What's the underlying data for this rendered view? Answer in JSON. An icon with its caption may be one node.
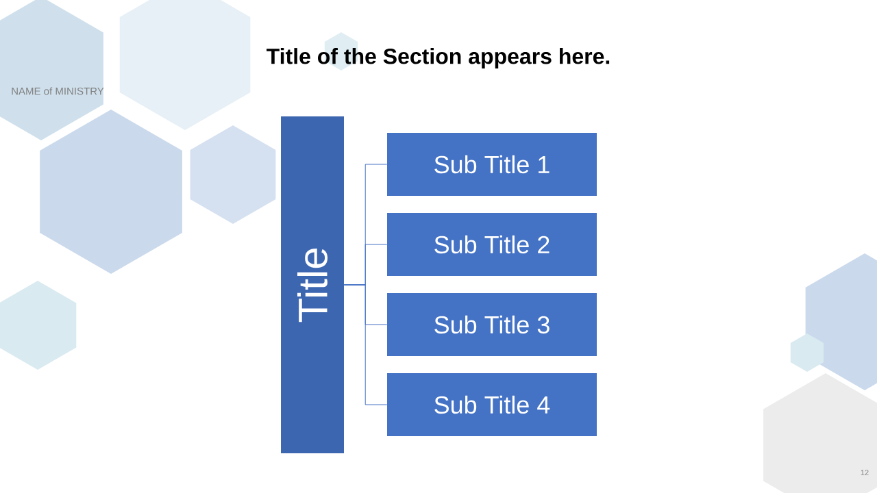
{
  "diagram": {
    "title": "Title of the Section appears here.",
    "nodes": [
      {
        "text": [
          "Title"
        ]
      },
      {
        "text": [
          "Sub Title 1"
        ]
      },
      {
        "text": [
          "Sub Title 2"
        ]
      },
      {
        "text": [
          "Sub Title 3"
        ]
      },
      {
        "text": [
          "Sub Title 4"
        ]
      }
    ],
    "edges": [
      {
        "from": 0,
        "to": 1,
        "arrow": "none"
      },
      {
        "from": 0,
        "to": 2,
        "arrow": "none"
      },
      {
        "from": 0,
        "to": 3,
        "arrow": "none"
      },
      {
        "from": 0,
        "to": 4,
        "arrow": "none"
      }
    ],
    "labels": [
      "NAME of MINISTRY",
      "12"
    ]
  }
}
